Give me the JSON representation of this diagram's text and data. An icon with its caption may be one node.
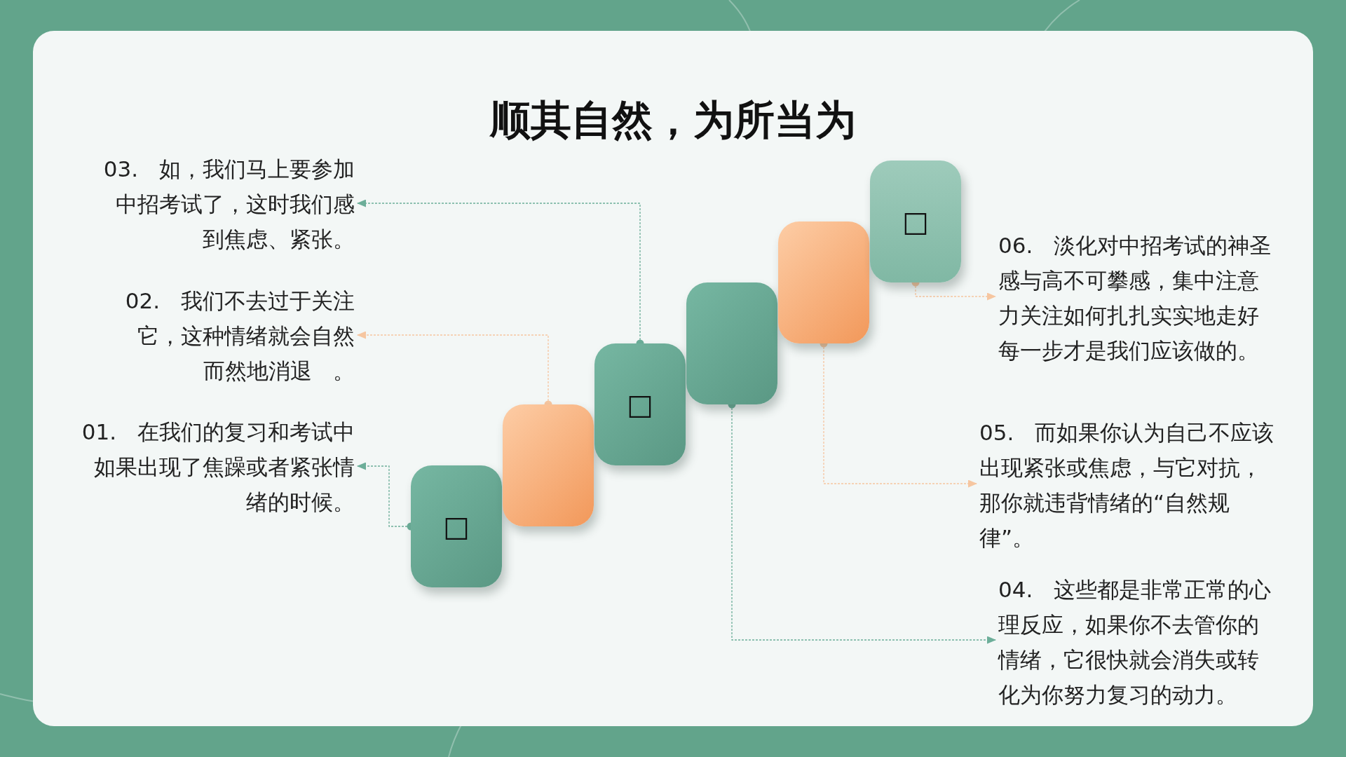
{
  "diagram": {
    "title": "顺其自然，为所当为",
    "nodes": [
      {
        "text": [
          "03. 如，我们马上要参加中招考试了，这时我们感到焦虑、紧张。"
        ]
      },
      {
        "text": [
          "02. 我们不去过于关注它，这种情绪就会自然而然地消退 。"
        ]
      },
      {
        "text": [
          "01. 在我们的复习和考试中如果出现了焦躁或者紧张情绪的时候。"
        ]
      },
      {
        "text": [
          "□"
        ]
      },
      {
        "text": [],
        "shape": "box"
      },
      {
        "text": [
          "□"
        ]
      },
      {
        "text": [],
        "shape": "box"
      },
      {
        "text": [],
        "shape": "box"
      },
      {
        "text": [
          "□"
        ]
      },
      {
        "text": [
          "06. 淡化对中招考试的神圣感与高不可攀感，集中注意力关注如何扎扎实实地走好每一步才是我们应该做的。"
        ]
      },
      {
        "text": [
          "05. 而如果你认为自己不应该出现紧张或焦虑，与它对抗，那你就违背情绪的“自然规律”。"
        ]
      },
      {
        "text": [
          "04. 这些都是非常正常的心理反应，如果你不去管你的情绪，它很快就会消失或转化为你努力复习的动力。"
        ]
      }
    ],
    "edges": [
      {
        "from": 3,
        "to": 2,
        "arrow": "to",
        "style": "dashed"
      },
      {
        "from": 4,
        "to": 1,
        "arrow": "to",
        "style": "dashed",
        "color": "#f6c6a0"
      },
      {
        "from": 5,
        "to": 0,
        "arrow": "to",
        "style": "dashed"
      },
      {
        "from": 6,
        "to": 11,
        "arrow": "to",
        "style": "dashed"
      },
      {
        "from": 7,
        "to": 10,
        "arrow": "to",
        "style": "dashed",
        "color": "#f6c6a0"
      },
      {
        "from": 8,
        "to": 9,
        "arrow": "to",
        "style": "dashed",
        "color": "#f6c6a0"
      }
    ]
  }
}
